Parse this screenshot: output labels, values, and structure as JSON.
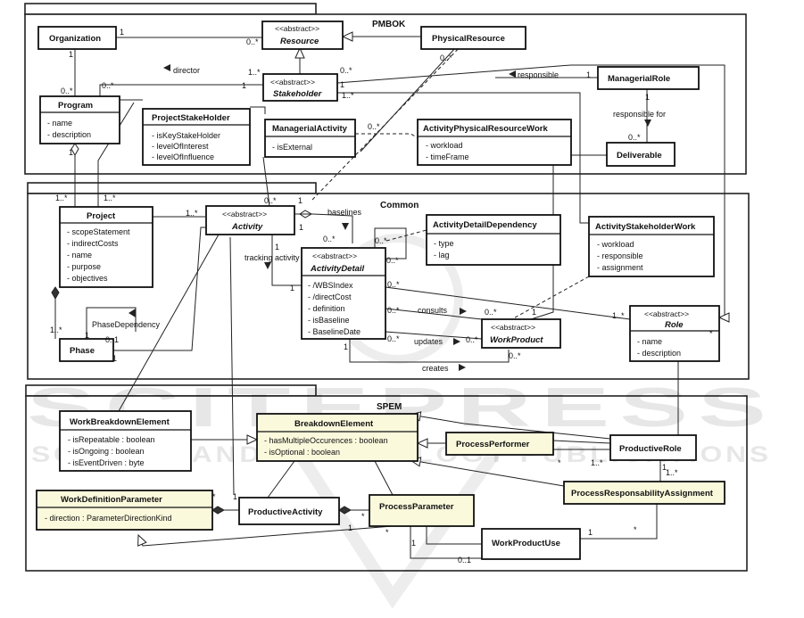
{
  "packages": {
    "pmbok": "PMBOK",
    "common": "Common",
    "spem": "SPEM"
  },
  "stereotype": "<<abstract>>",
  "classes": {
    "organization": {
      "name": "Organization"
    },
    "resource": {
      "name": "Resource"
    },
    "physical_resource": {
      "name": "PhysicalResource"
    },
    "stakeholder": {
      "name": "Stakeholder"
    },
    "managerial_role": {
      "name": "ManagerialRole"
    },
    "program": {
      "name": "Program",
      "attrs": [
        "- name",
        "- description"
      ]
    },
    "project_stake_holder": {
      "name": "ProjectStakeHolder",
      "attrs": [
        "- isKeyStakeHolder",
        "- levelOfInterest",
        "- levelOfInfluence"
      ]
    },
    "managerial_activity": {
      "name": "ManagerialActivity",
      "attrs": [
        "- isExternal"
      ]
    },
    "activity_physical_resource_work": {
      "name": "ActivityPhysicalResourceWork",
      "attrs": [
        "- workload",
        "- timeFrame"
      ]
    },
    "deliverable": {
      "name": "Deliverable"
    },
    "activity": {
      "name": "Activity"
    },
    "project": {
      "name": "Project",
      "attrs": [
        "- scopeStatement",
        "- indirectCosts",
        "- name",
        "- purpose",
        "- objectives"
      ]
    },
    "activity_detail_dependency": {
      "name": "ActivityDetailDependency",
      "attrs": [
        "- type",
        "- lag"
      ]
    },
    "activity_stakeholder_work": {
      "name": "ActivityStakeholderWork",
      "attrs": [
        "- workload",
        "- responsible",
        "- assignment"
      ]
    },
    "activity_detail": {
      "name": "ActivityDetail",
      "attrs": [
        "- /WBSIndex",
        "- /directCost",
        "- definition",
        "- isBaseline",
        "- BaselineDate"
      ]
    },
    "phase": {
      "name": "Phase"
    },
    "work_product": {
      "name": "WorkProduct"
    },
    "role": {
      "name": "Role",
      "attrs": [
        "- name",
        "- description"
      ]
    },
    "work_breakdown_element": {
      "name": "WorkBreakdownElement",
      "attrs": [
        "- isRepeatable : boolean",
        "- isOngoing : boolean",
        "- isEventDriven : byte"
      ]
    },
    "breakdown_element": {
      "name": "BreakdownElement",
      "attrs": [
        "- hasMultipleOccurences : boolean",
        "- isOptional : boolean"
      ]
    },
    "process_performer": {
      "name": "ProcessPerformer"
    },
    "productive_role": {
      "name": "ProductiveRole"
    },
    "process_responsability_assignment": {
      "name": "ProcessResponsabilityAssignment"
    },
    "work_definition_parameter": {
      "name": "WorkDefinitionParameter",
      "attrs": [
        "- direction : ParameterDirectionKind"
      ]
    },
    "productive_activity": {
      "name": "ProductiveActivity"
    },
    "process_parameter": {
      "name": "ProcessParameter"
    },
    "work_product_use": {
      "name": "WorkProductUse"
    }
  },
  "associations": {
    "director": "director",
    "responsible": "responsible",
    "responsible_for": "responsible for",
    "baselines": "baselines",
    "tracking_activity": "tracking activity",
    "phase_dependency": "PhaseDependency",
    "consults": "consults",
    "updates": "updates",
    "creates": "creates"
  },
  "multiplicities": {
    "m01": "1",
    "m02": "0..*",
    "m03": "1",
    "m04": "0..*",
    "m05": "1..*",
    "m06": "0..*",
    "m07": "0..*",
    "m08": "1",
    "m09": "1",
    "m10": "1..*",
    "m11": "1",
    "m12": "0..*",
    "m13": "0..*",
    "m14": "1",
    "m15": "1",
    "m16": "0..*",
    "m17": "1..*",
    "m18": "1..*",
    "m19": "1..*",
    "m20": "1",
    "m21": "0..*",
    "m22": "1",
    "m23": "0..*",
    "m24": "1",
    "m25": "1",
    "m26": "0..*",
    "m27": "0..*",
    "m28": "0..1",
    "m29": "1",
    "m30": "1",
    "m31": "0..*",
    "m32": "0..*",
    "m33": "0..*",
    "m34": "1",
    "m35": "0..*",
    "m36": "0..*",
    "m37": "0..*",
    "m38": "1",
    "m39": "1..*",
    "m40": "1..*",
    "m41": "*",
    "m42": "1..*",
    "m43": "*",
    "m44": "1",
    "m45": "*",
    "m46": "1",
    "m47": "*",
    "m48": "*",
    "m49": "1",
    "m50": "0..1",
    "m51": "1",
    "m52": "*",
    "m53": "1",
    "m54": "1..*"
  },
  "watermark": {
    "main": "SCITEPRESS",
    "sub": "SCIENCE AND TECHNOLOGY PUBLICATIONS"
  }
}
